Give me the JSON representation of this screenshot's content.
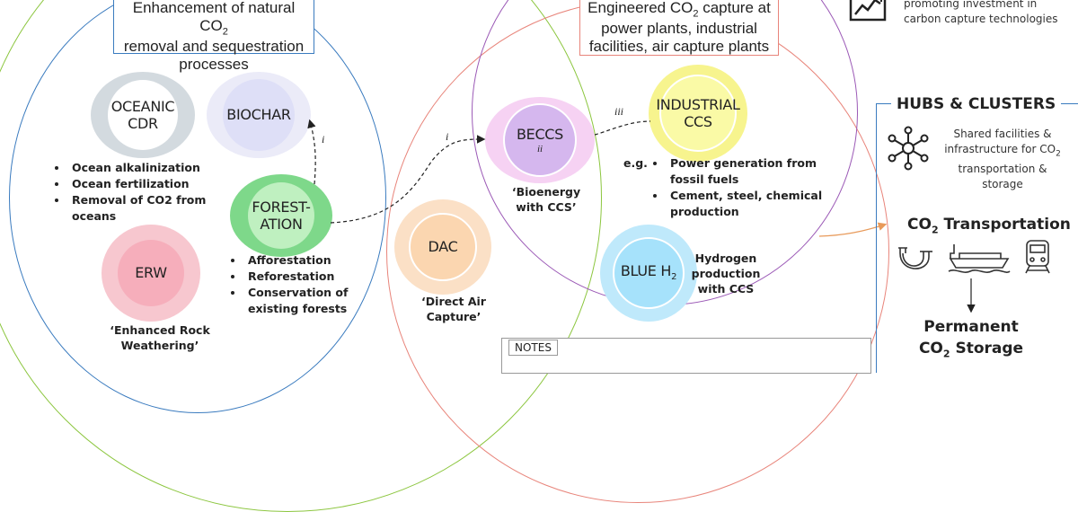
{
  "natural_box": {
    "line1_pre": "Enhancement of natural CO",
    "line1_sub": "2",
    "line2": "removal and sequestration",
    "line3": "processes"
  },
  "engineered_box": {
    "line1_pre": "Engineered CO",
    "line1_sub": "2",
    "line1_post": " capture at",
    "line2": "power plants, industrial",
    "line3": "facilities, air capture plants"
  },
  "investment_note": {
    "line1": "promoting investment in",
    "line2": "carbon capture technologies"
  },
  "nodes": {
    "oceanic": {
      "line1": "OCEANIC",
      "line2": "CDR"
    },
    "biochar": {
      "label": "BIOCHAR"
    },
    "forestation": {
      "line1": "FOREST-",
      "line2": "ATION"
    },
    "erw": {
      "label": "ERW"
    },
    "beccs": {
      "label": "BECCS",
      "note": "ii"
    },
    "industrial": {
      "line1": "INDUSTRIAL",
      "line2": "CCS"
    },
    "dac": {
      "label": "DAC"
    },
    "blue_h2": {
      "pre": "BLUE H",
      "sub": "2"
    }
  },
  "lists": {
    "oceanic": [
      "Ocean alkalinization",
      "Ocean fertilization",
      "Removal of CO2 from oceans"
    ],
    "forestation": [
      "Afforestation",
      "Reforestation",
      "Conservation of existing forests"
    ],
    "industrial": [
      "Power generation from fossil fuels",
      "Cement, steel, chemical production"
    ]
  },
  "captions": {
    "beccs": {
      "line1": "‘Bioenergy",
      "line2": "with CCS’"
    },
    "dac": {
      "line1": "‘Direct Air",
      "line2": "Capture’"
    },
    "erw": {
      "line1": "‘Enhanced Rock",
      "line2": "Weathering’"
    },
    "eg": "e.g.",
    "blue_h2": {
      "line1": "Hydrogen",
      "line2": "production",
      "line3": "with CCS"
    }
  },
  "arrow_labels": {
    "forest_biochar": "i",
    "forest_beccs": "i",
    "beccs_industrial": "iii"
  },
  "hubs": {
    "title": "HUBS & CLUSTERS",
    "desc_line1": "Shared facilities &",
    "desc_line2_pre": "infrastructure for CO",
    "desc_line2_sub": "2",
    "desc_line3": "transportation &",
    "desc_line4": "storage",
    "transport_pre": "CO",
    "transport_sub": "2",
    "transport_post": " Transportation",
    "storage_line1": "Permanent",
    "storage_line2_pre": "CO",
    "storage_line2_sub": "2",
    "storage_line2_post": " Storage"
  },
  "notes": {
    "title": "NOTES"
  },
  "icons": [
    "chart-up-icon",
    "network-icon",
    "pipeline-icon",
    "ship-icon",
    "train-icon"
  ],
  "colors": {
    "natural_circle": "#3a7bbf",
    "green_circle": "#8cc63f",
    "red_circle": "#e8847a",
    "purple_circle": "#9b59b6",
    "hubs_border": "#3a7bbf",
    "transport_arrow": "#e89a5a",
    "oceanic_ring": "#d3dadf",
    "biochar_ring": "#ebebf8",
    "forestation_ring": "#7ed88a",
    "erw_ring": "#f7c7cf",
    "beccs_ring": "#f6d2f3",
    "industrial_ring": "#f7f48e",
    "dac_ring": "#fbe0c6",
    "blue_h2_ring": "#bfe9fb"
  }
}
